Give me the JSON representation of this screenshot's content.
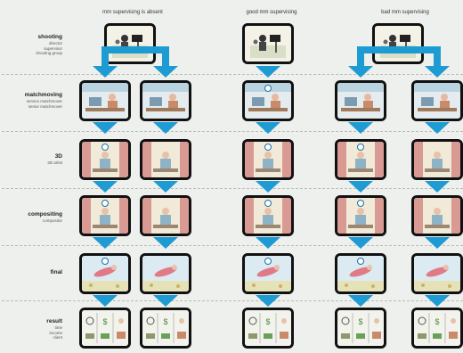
{
  "columns": [
    {
      "id": "absent",
      "title": "mm supervising is absent"
    },
    {
      "id": "good",
      "title": "good mm supervising"
    },
    {
      "id": "bad",
      "title": "bad mm supervising"
    }
  ],
  "rows": [
    {
      "id": "shooting",
      "title": "shooting",
      "subtitle": [
        "director",
        "supervisor",
        "shooting group"
      ]
    },
    {
      "id": "matchmoving",
      "title": "matchmoving",
      "subtitle": [
        "service matchmover",
        "senior matchmover"
      ]
    },
    {
      "id": "3d",
      "title": "3D",
      "subtitle": [
        "3D artist"
      ]
    },
    {
      "id": "compositing",
      "title": "compositing",
      "subtitle": [
        "compositor"
      ]
    },
    {
      "id": "final",
      "title": "final",
      "subtitle": []
    },
    {
      "id": "result",
      "title": "result",
      "subtitle": [
        "time",
        "income",
        "client"
      ]
    }
  ],
  "colors": {
    "arrow": "#1e9bd3",
    "frame": "#111111",
    "background": "#eef0ee",
    "separator": "#b8bcb8"
  }
}
